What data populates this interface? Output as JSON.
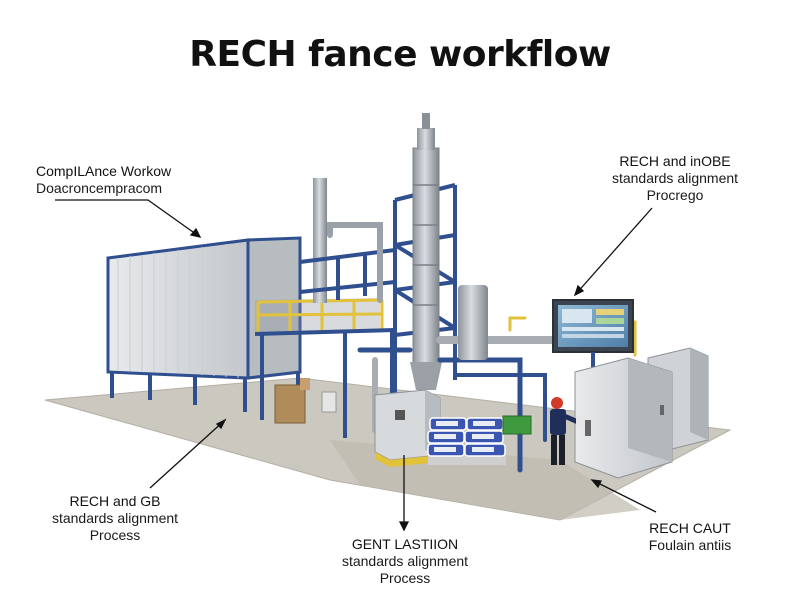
{
  "title": "RECH fance workflow",
  "callouts": {
    "top_left": {
      "line1": "CompILAnce Workow",
      "line2": "Doacroncempracom"
    },
    "top_right": {
      "line1": "RECH and inOBE",
      "line2": "standards alignment",
      "line3": "Procrego"
    },
    "bottom_left": {
      "line1": "RECH and GB",
      "line2": "standards alignment",
      "line3": "Process"
    },
    "bottom_center": {
      "line1": "GENT LASTIION",
      "line2": "standards alignment",
      "line3": "Process"
    },
    "bottom_right": {
      "line1": "RECH CAUT",
      "line2": "Foulain antiis"
    }
  },
  "colors": {
    "frame_blue": "#2f4f8f",
    "steel": "#b9bec4",
    "panel": "#dcdfe2",
    "railing": "#e2c23a",
    "ground": "#c9c6bd",
    "bags": "#3a56b0"
  }
}
